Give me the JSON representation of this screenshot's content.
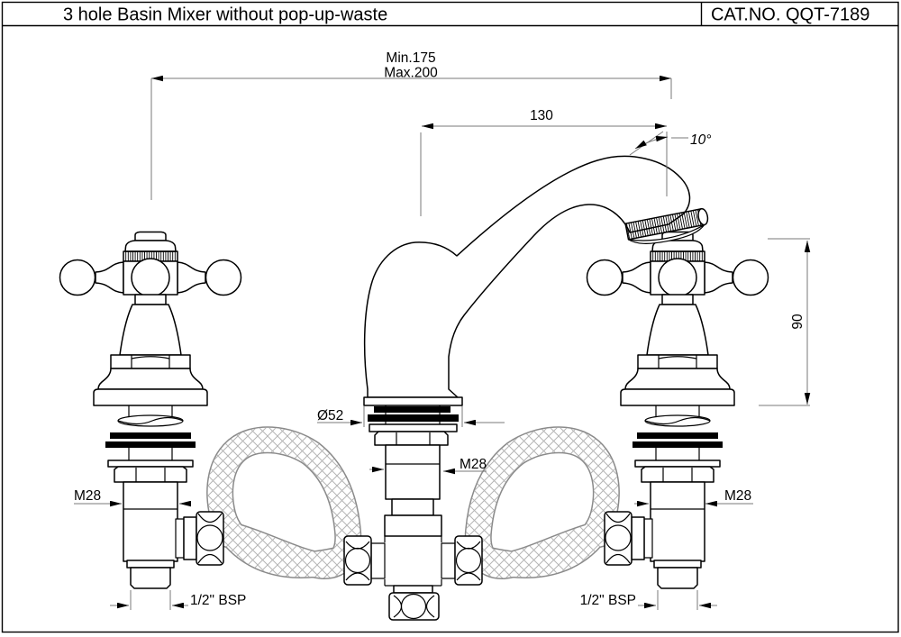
{
  "header": {
    "title": "3 hole Basin Mixer without pop-up-waste",
    "cat_no": "CAT.NO. QQT-7189"
  },
  "dimensions": {
    "spread_min": "Min.175",
    "spread_max": "Max.200",
    "spout_reach": "130",
    "spout_angle": "10°",
    "spout_height": "90",
    "flange_diameter": "Ø52",
    "center_thread": "M28",
    "left_thread": "M28",
    "right_thread": "M28",
    "left_outlet_thread": "1/2\" BSP",
    "right_outlet_thread": "1/2\" BSP"
  },
  "colors": {
    "outline": "#000000",
    "dimension_line": "#7a7a7a",
    "hose_hatch": "#b5b5b5",
    "background": "#ffffff"
  }
}
